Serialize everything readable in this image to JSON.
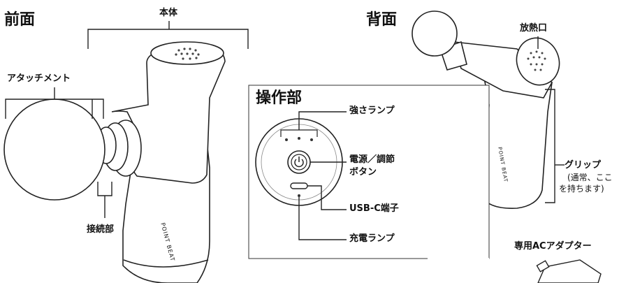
{
  "labels": {
    "front": "前面",
    "back": "背面",
    "body": "本体",
    "attachment": "アタッチメント",
    "connector": "接続部",
    "heat_vent": "放熱口",
    "grip": "グリップ",
    "grip_note_1": "(通常、ここ",
    "grip_note_2": "を持ちます)",
    "control_panel": "操作部",
    "strength_lamp": "強さランプ",
    "power_button_1": "電源／調節",
    "power_button_2": "ボタン",
    "usb_port": "USB-C端子",
    "charge_lamp": "充電ランプ",
    "adapter": "専用ACアダプター"
  },
  "brand": "POINT BEAT"
}
